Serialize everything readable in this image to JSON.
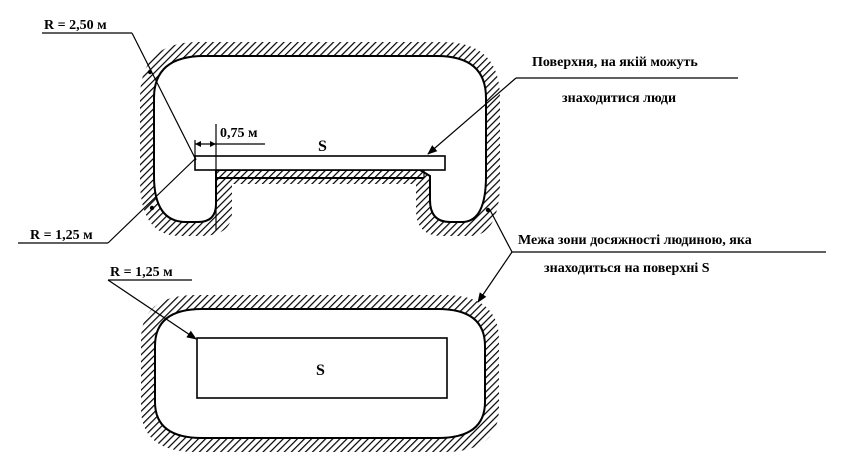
{
  "labels": {
    "radius_large": "R = 2,50 м",
    "radius_small_top": "R = 1,25 м",
    "width_edge": "0,75 м",
    "surface_top": "S",
    "surface_people_line1": "Поверхня, на якій можуть",
    "surface_people_line2": "знаходитися люди",
    "reach_zone_line1": "Межа зони досяжності людиною, яка",
    "reach_zone_line2": "знаходиться на поверхні S",
    "radius_small_bottom": "R = 1,25 м",
    "surface_bottom": "S"
  }
}
